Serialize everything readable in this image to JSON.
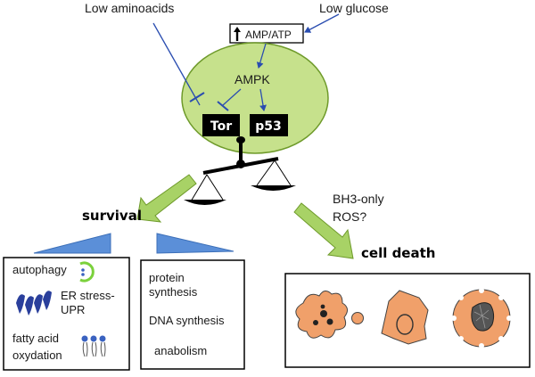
{
  "inputs": {
    "low_aminoacids": "Low aminoacids",
    "low_glucose": "Low glucose",
    "amp_atp": "AMP/ATP"
  },
  "cell": {
    "ampk": "AMPK",
    "tor": "Tor",
    "p53": "p53"
  },
  "outcomes": {
    "survival": "survival",
    "death_factors": [
      "BH3-only",
      "ROS?"
    ],
    "cell_death": "cell death"
  },
  "left_box": {
    "items": [
      "autophagy",
      "ER stress-",
      "UPR",
      "fatty acid",
      "oxydation"
    ]
  },
  "middle_box": {
    "items": [
      "protein",
      "synthesis",
      "DNA synthesis",
      "anabolism"
    ]
  },
  "colors": {
    "cell_fill": "#c6e18c",
    "cell_stroke": "#6e9a2a",
    "arrow_blue": "#2a4db0",
    "green_arrow": "#a8d266",
    "wedge_blue": "#5b8fd8",
    "dead_cell": "#f0a06a"
  }
}
